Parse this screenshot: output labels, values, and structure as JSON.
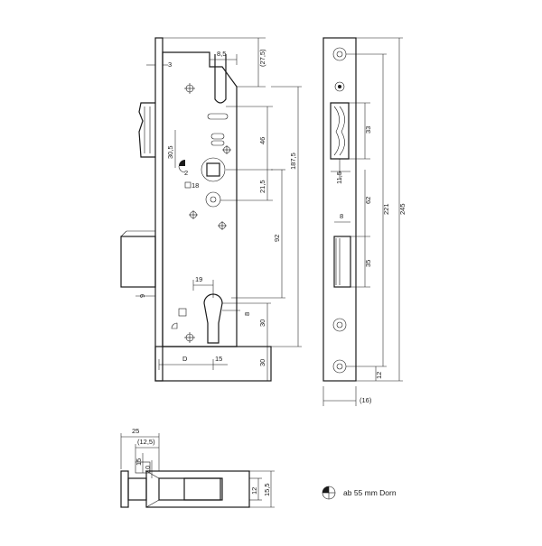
{
  "lock_view": {
    "dims": {
      "d3": "3",
      "d8_5": "8,5",
      "d27_5": "(27,5)",
      "d30_5": "30,5",
      "d46": "46",
      "d187_5": "187,5",
      "d2": "2",
      "d18": "18",
      "d21_5": "21,5",
      "d92": "92",
      "d19": "19",
      "d9": "9",
      "d8": "8",
      "d30a": "30",
      "dD": "D",
      "d15": "15",
      "d30b": "30"
    }
  },
  "faceplate_view": {
    "dims": {
      "d33": "33",
      "d11_5": "11,5",
      "d62": "62",
      "d221": "221",
      "d245": "245",
      "d8": "8",
      "d35": "35",
      "d12": "12",
      "d16": "(16)"
    }
  },
  "bottom_view": {
    "dims": {
      "d25": "25",
      "d12_5": "(12,5)",
      "d15": "15",
      "d10": "10",
      "d12": "12",
      "d15_5": "15,5"
    }
  },
  "legend": {
    "symbol": "quarter-circle-marker",
    "text": "ab 55 mm Dorn"
  }
}
